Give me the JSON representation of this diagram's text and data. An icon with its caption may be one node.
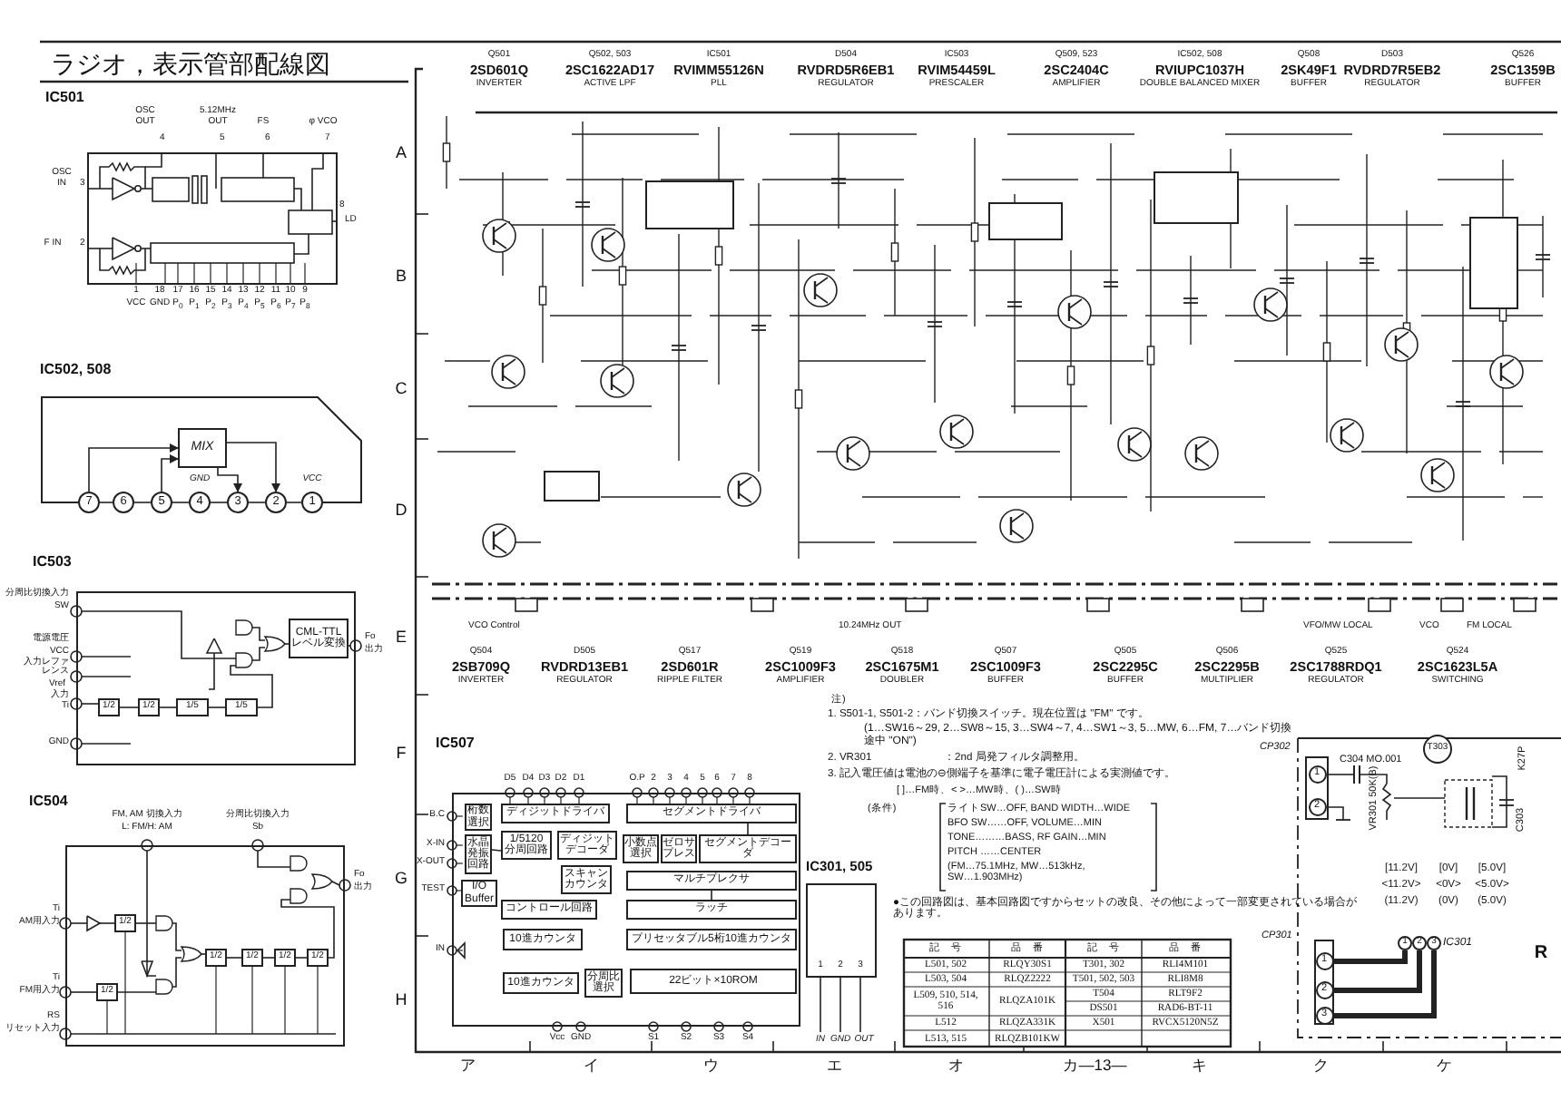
{
  "diagram": {
    "title": "ラジオ，表示管部配線図",
    "nodes": [
      {
        "text": [
          "IC501"
        ]
      },
      {
        "text": [
          "IC502, 508"
        ]
      },
      {
        "text": [
          "MIX"
        ],
        "in": 1
      },
      {
        "text": [
          "7"
        ],
        "in": 1
      },
      {
        "text": [
          "6"
        ],
        "in": 1
      },
      {
        "text": [
          "5"
        ],
        "in": 1
      },
      {
        "text": [
          "4"
        ],
        "in": 1
      },
      {
        "text": [
          "3"
        ],
        "in": 1
      },
      {
        "text": [
          "2"
        ],
        "in": 1
      },
      {
        "text": [
          "1"
        ],
        "in": 1
      },
      {
        "text": [
          "IC503"
        ]
      },
      {
        "text": [
          "1/2"
        ],
        "in": 10
      },
      {
        "text": [
          "1/2"
        ],
        "in": 10
      },
      {
        "text": [
          "1/5"
        ],
        "in": 10
      },
      {
        "text": [
          "1/5"
        ],
        "in": 10
      },
      {
        "text": [
          "CML-TTLレベル変換"
        ],
        "in": 10
      },
      {
        "text": [
          "IC504"
        ]
      },
      {
        "text": [
          "1/2"
        ],
        "in": 16
      },
      {
        "text": [
          "1/2"
        ],
        "in": 16
      },
      {
        "text": [
          "1/2"
        ],
        "in": 16
      },
      {
        "text": [
          "1/2"
        ],
        "in": 16
      },
      {
        "text": [
          "1/2"
        ],
        "in": 16
      },
      {
        "text": [
          "1/2"
        ],
        "in": 16
      },
      {
        "text": [
          "IC507"
        ]
      },
      {
        "text": [
          "桁数選択"
        ],
        "in": 23
      },
      {
        "text": [
          "ディジットドライバ"
        ],
        "in": 23
      },
      {
        "text": [
          "水晶発振回路"
        ],
        "in": 23
      },
      {
        "text": [
          "1/5120 分周回路"
        ],
        "in": 23
      },
      {
        "text": [
          "ディジットデコーダ"
        ],
        "in": 23
      },
      {
        "text": [
          "スキャンカウンタ"
        ],
        "in": 23
      },
      {
        "text": [
          "I/O Buffer"
        ],
        "in": 23
      },
      {
        "text": [
          "コントロール回路"
        ],
        "in": 23
      },
      {
        "text": [
          "10進カウンタ"
        ],
        "in": 23
      },
      {
        "text": [
          "10進カウンタ"
        ],
        "in": 23
      },
      {
        "text": [
          "分周比選択"
        ],
        "in": 23
      },
      {
        "text": [
          "セグメントドライバ"
        ],
        "in": 23
      },
      {
        "text": [
          "小数点選択"
        ],
        "in": 23
      },
      {
        "text": [
          "ゼロサプレス"
        ],
        "in": 23
      },
      {
        "text": [
          "セグメントデコーダ"
        ],
        "in": 23
      },
      {
        "text": [
          "マルチプレクサ"
        ],
        "in": 23
      },
      {
        "text": [
          "ラッチ"
        ],
        "in": 23
      },
      {
        "text": [
          "プリセッタブル5桁10進カウンタ"
        ],
        "in": 23
      },
      {
        "text": [
          "22ビット×10ROM"
        ],
        "in": 23
      },
      {
        "text": [
          "IC301, 505"
        ]
      },
      {
        "text": [
          "CP302"
        ]
      },
      {
        "text": [
          "1"
        ],
        "in": 44
      },
      {
        "text": [
          "2"
        ],
        "in": 44
      },
      {
        "text": [
          "CP301"
        ]
      },
      {
        "text": [
          "1"
        ],
        "in": 47
      },
      {
        "text": [
          "2"
        ],
        "in": 47
      },
      {
        "text": [
          "3"
        ],
        "in": 47
      },
      {
        "text": [
          "IC301"
        ]
      },
      {
        "text": [
          "1"
        ],
        "in": 51
      },
      {
        "text": [
          "2"
        ],
        "in": 51
      },
      {
        "text": [
          "3"
        ],
        "in": 51
      },
      {
        "text": [
          "T303"
        ]
      }
    ],
    "edges": [
      {
        "from": 3,
        "to": 2,
        "arrow": "to"
      },
      {
        "from": 5,
        "to": 2,
        "arrow": "to"
      },
      {
        "from": 2,
        "to": 7,
        "arrow": "to"
      },
      {
        "from": 2,
        "to": 8,
        "arrow": "to"
      },
      {
        "from": 3,
        "to": 4,
        "arrow": "none"
      },
      {
        "from": 4,
        "to": 5,
        "arrow": "none"
      },
      {
        "from": 5,
        "to": 6,
        "arrow": "none"
      },
      {
        "from": 6,
        "to": 7,
        "arrow": "none"
      },
      {
        "from": 7,
        "to": 8,
        "arrow": "none"
      },
      {
        "from": 8,
        "to": 9,
        "arrow": "none"
      },
      {
        "from": 11,
        "to": 12,
        "arrow": "none"
      },
      {
        "from": 12,
        "to": 13,
        "arrow": "none"
      },
      {
        "from": 13,
        "to": 14,
        "arrow": "none"
      },
      {
        "from": 19,
        "to": 20,
        "arrow": "none"
      },
      {
        "from": 20,
        "to": 21,
        "arrow": "none"
      },
      {
        "from": 21,
        "to": 22,
        "arrow": "none"
      },
      {
        "from": 26,
        "to": 27,
        "arrow": "none"
      },
      {
        "from": 38,
        "to": 35,
        "arrow": "none"
      },
      {
        "from": 39,
        "to": 40,
        "arrow": "none"
      },
      {
        "from": 48,
        "to": 52,
        "arrow": "none",
        "style": "thick"
      },
      {
        "from": 49,
        "to": 53,
        "arrow": "none",
        "style": "thick"
      },
      {
        "from": 50,
        "to": 54,
        "arrow": "none",
        "style": "thick"
      }
    ],
    "labels": [
      "Q501",
      "2SD601Q",
      "INVERTER",
      "Q502, 503",
      "2SC1622AD17",
      "ACTIVE LPF",
      "IC501",
      "RVIMM55126N",
      "PLL",
      "D504",
      "RVDRD5R6EB1",
      "REGULATOR",
      "IC503",
      "RVIM54459L",
      "PRESCALER",
      "Q509, 523",
      "2SC2404C",
      "AMPLIFIER",
      "IC502, 508",
      "RVIUPC1037H",
      "DOUBLE BALANCED MIXER",
      "Q508",
      "2SK49F1",
      "BUFFER",
      "D503",
      "RVDRD7R5EB2",
      "REGULATOR",
      "Q526",
      "2SC1359B",
      "BUFFER",
      "Q504",
      "2SB709Q",
      "INVERTER",
      "D505",
      "RVDRD13EB1",
      "REGULATOR",
      "Q517",
      "2SD601R",
      "RIPPLE FILTER",
      "Q519",
      "2SC1009F3",
      "AMPLIFIER",
      "Q518",
      "2SC1675M1",
      "DOUBLER",
      "Q507",
      "2SC1009F3",
      "BUFFER",
      "Q505",
      "2SC2295C",
      "BUFFER",
      "Q506",
      "2SC2295B",
      "MULTIPLIER",
      "Q525",
      "2SC1788RDQ1",
      "REGULATOR",
      "Q524",
      "2SC1623L5A",
      "SWITCHING",
      "VCO Control",
      "10.24MHz OUT",
      "VFO/MW LOCAL",
      "VCO",
      "FM LOCAL",
      "A",
      "B",
      "C",
      "D",
      "E",
      "F",
      "G",
      "H",
      "ア",
      "イ",
      "ウ",
      "エ",
      "オ",
      "カ—13—",
      "キ",
      "ク",
      "ケ",
      "R",
      "注)",
      "1. S501-1, S501-2：バンド切換スイッチ。現在位置は \"FM\" です。",
      "(1…SW16～29, 2…SW8～15, 3…SW4～7, 4…SW1～3, 5…MW, 6…FM, 7…バンド切換途中 \"ON\")",
      "2. VR301",
      "：2nd 局発フィルタ調整用。",
      "3. 記入電圧値は電池の⊖側端子を基準に電子電圧計による実測値です。",
      "[ ]…FM時、< >…MW時、( )…SW時",
      "(条件)",
      "ライトSW…OFF, BAND WIDTH…WIDE",
      "BFO SW……OFF, VOLUME…MIN",
      "TONE………BASS, RF GAIN…MIN",
      "PITCH ……CENTER",
      "(FM…75.1MHz, MW…513kHz, SW…1.903MHz)",
      "●この回路図は、基本回路図ですからセットの改良、その他によって一部変更されている場合があります。",
      "記　号",
      "品　番",
      "記　号",
      "品　番",
      "L501, 502",
      "RLQY30S1",
      "T301, 302",
      "RLI4M101",
      "L503, 504",
      "RLQZ2222",
      "T501, 502, 503",
      "RLI8M8",
      "L509, 510, 514, 516",
      "RLQZA101K",
      "T504",
      "RLT9F2",
      "DS501",
      "RAD6-BT-11",
      "L512",
      "RLQZA331K",
      "X501",
      "RVCX5120N5Z",
      "L513, 515",
      "RLQZB101KW",
      "[11.2V]",
      "[0V]",
      "[5.0V]",
      "<11.2V>",
      "<0V>",
      "<5.0V>",
      "(11.2V)",
      "(0V)",
      "(5.0V)",
      "C304 MO.001",
      "VR301 50K(B)",
      "K27P",
      "C303",
      "OSC OUT",
      "4",
      "5.12MHz OUT",
      "5",
      "FS",
      "6",
      "φ VCO",
      "7",
      "OSC IN",
      "3",
      "F IN",
      "2",
      "8",
      "LD",
      "1",
      "18",
      "17",
      "16",
      "15",
      "14",
      "13",
      "12",
      "11",
      "10",
      "9",
      "VCC",
      "GND",
      "P$_{0}$",
      "P$_{1}$",
      "P$_{2}$",
      "P$_{3}$",
      "P$_{4}$",
      "P$_{5}$",
      "P$_{6}$",
      "P$_{7}$",
      "P$_{8}$",
      "GND",
      "VCC",
      "分周比切換入力",
      "SW",
      "電源電圧",
      "VCC",
      "入力レファレンス",
      "Vref",
      "入力",
      "Ti",
      "GND",
      "Fo",
      "出力",
      "FM, AM 切換入力",
      "L: FM/H: AM",
      "分周比切換入力",
      "Sb",
      "Ti",
      "AM用入力",
      "Ti",
      "FM用入力",
      "RS",
      "リセット入力",
      "Fo",
      "出力",
      "D5",
      "D4",
      "D3",
      "D2",
      "D1",
      "O.P",
      "2",
      "3",
      "4",
      "5",
      "6",
      "7",
      "8",
      "B.C",
      "X-IN",
      "X-OUT",
      "TEST",
      "IN",
      "Vcc",
      "GND",
      "S1",
      "S2",
      "S3",
      "S4",
      "1",
      "2",
      "3",
      "IN",
      "GND",
      "OUT"
    ]
  }
}
